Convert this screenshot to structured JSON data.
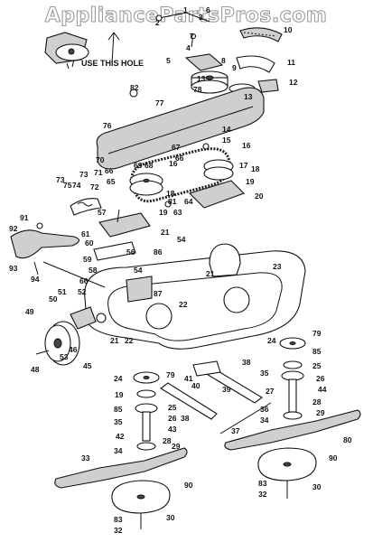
{
  "watermark": "AppliancePartsPros.com",
  "note": "USE THIS HOLE",
  "callouts": {
    "c1": "1",
    "c2": "2",
    "c3": "3",
    "c4": "4",
    "c5": "5",
    "c6": "6",
    "c7": "7",
    "c8": "8",
    "c9": "9",
    "c10": "10",
    "c11": "11",
    "c12": "12",
    "c13a": "13",
    "c13b": "13",
    "c14": "14",
    "c15": "15",
    "c16a": "16",
    "c16b": "16",
    "c17": "17",
    "c18a": "18",
    "c18b": "18",
    "c19a": "19",
    "c19b": "19",
    "c19c": "19",
    "c20": "20",
    "c21a": "21",
    "c21b": "21",
    "c21c": "21",
    "c22a": "22",
    "c22b": "22",
    "c23": "23",
    "c24a": "24",
    "c24b": "24",
    "c25a": "25",
    "c25b": "25",
    "c26a": "26",
    "c26b": "26",
    "c27": "27",
    "c28a": "28",
    "c28b": "28",
    "c29a": "29",
    "c29b": "29",
    "c30a": "30",
    "c30b": "30",
    "c32a": "32",
    "c32b": "32",
    "c33": "33",
    "c34a": "34",
    "c34b": "34",
    "c35a": "35",
    "c35b": "35",
    "c36": "36",
    "c37": "37",
    "c38a": "38",
    "c38b": "38",
    "c39": "39",
    "c40": "40",
    "c41": "41",
    "c42": "42",
    "c43": "43",
    "c44": "44",
    "c45": "45",
    "c46": "46",
    "c48": "48",
    "c49": "49",
    "c50": "50",
    "c51": "51",
    "c52": "52",
    "c53": "53",
    "c54a": "54",
    "c54b": "54",
    "c56": "56",
    "c57": "57",
    "c58": "58",
    "c59": "59",
    "c60": "60",
    "c61": "61",
    "c63": "63",
    "c64": "64",
    "c65": "65",
    "c66a": "66",
    "c66b": "66",
    "c66c": "66",
    "c67": "67",
    "c68": "68",
    "c69": "69",
    "c70": "70",
    "c71": "71",
    "c72": "72",
    "c73a": "73",
    "c73b": "73",
    "c74": "74",
    "c75": "75",
    "c76": "76",
    "c77": "77",
    "c78": "78",
    "c79a": "79",
    "c79b": "79",
    "c80": "80",
    "c81": "81",
    "c82": "82",
    "c83a": "83",
    "c83b": "83",
    "c85a": "85",
    "c85b": "85",
    "c86": "86",
    "c87": "87",
    "c90a": "90",
    "c90b": "90",
    "c91": "91",
    "c92": "92",
    "c93": "93",
    "c94": "94"
  }
}
